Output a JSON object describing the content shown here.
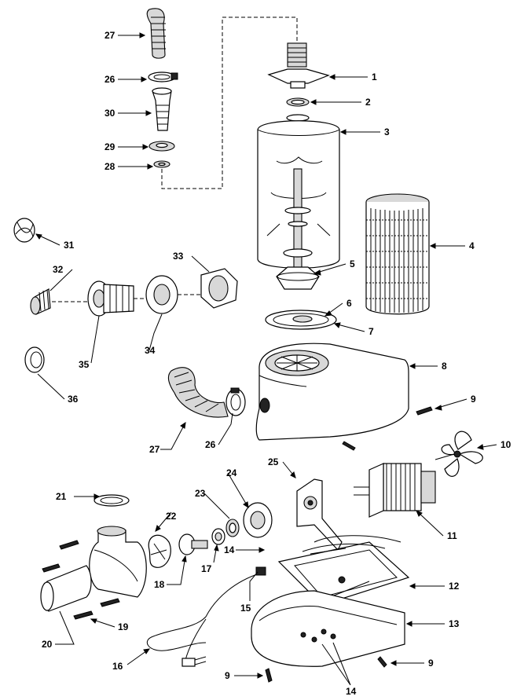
{
  "callouts": [
    {
      "id": "c27a",
      "text": "27"
    },
    {
      "id": "c26a",
      "text": "26"
    },
    {
      "id": "c30",
      "text": "30"
    },
    {
      "id": "c29",
      "text": "29"
    },
    {
      "id": "c28",
      "text": "28"
    },
    {
      "id": "c1",
      "text": "1"
    },
    {
      "id": "c2",
      "text": "2"
    },
    {
      "id": "c3",
      "text": "3"
    },
    {
      "id": "c4",
      "text": "4"
    },
    {
      "id": "c5",
      "text": "5"
    },
    {
      "id": "c6",
      "text": "6"
    },
    {
      "id": "c7",
      "text": "7"
    },
    {
      "id": "c8",
      "text": "8"
    },
    {
      "id": "c9a",
      "text": "9"
    },
    {
      "id": "c10",
      "text": "10"
    },
    {
      "id": "c11",
      "text": "11"
    },
    {
      "id": "c12",
      "text": "12"
    },
    {
      "id": "c13",
      "text": "13"
    },
    {
      "id": "c9b",
      "text": "9"
    },
    {
      "id": "c9c",
      "text": "9"
    },
    {
      "id": "c14a",
      "text": "14"
    },
    {
      "id": "c14b",
      "text": "14"
    },
    {
      "id": "c15",
      "text": "15"
    },
    {
      "id": "c16",
      "text": "16"
    },
    {
      "id": "c17",
      "text": "17"
    },
    {
      "id": "c18",
      "text": "18"
    },
    {
      "id": "c19",
      "text": "19"
    },
    {
      "id": "c20",
      "text": "20"
    },
    {
      "id": "c21",
      "text": "21"
    },
    {
      "id": "c22",
      "text": "22"
    },
    {
      "id": "c23",
      "text": "23"
    },
    {
      "id": "c24",
      "text": "24"
    },
    {
      "id": "c25",
      "text": "25"
    },
    {
      "id": "c26b",
      "text": "26"
    },
    {
      "id": "c27b",
      "text": "27"
    },
    {
      "id": "c31",
      "text": "31"
    },
    {
      "id": "c32",
      "text": "32"
    },
    {
      "id": "c33",
      "text": "33"
    },
    {
      "id": "c34",
      "text": "34"
    },
    {
      "id": "c35",
      "text": "35"
    },
    {
      "id": "c36",
      "text": "36"
    }
  ]
}
